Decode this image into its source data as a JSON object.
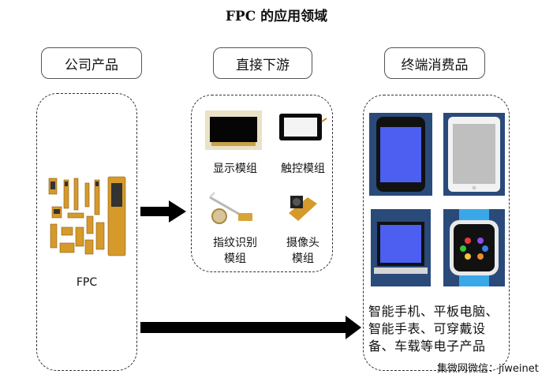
{
  "title": "FPC 的应用领域",
  "headers": {
    "company": "公司产品",
    "downstream": "直接下游",
    "consumer": "终端消费品"
  },
  "fpc_label": "FPC",
  "modules": {
    "display": "显示模组",
    "touch": "触控模组",
    "fingerprint_1": "指纹识别",
    "fingerprint_2": "模组",
    "camera_1": "摄像头",
    "camera_2": "模组"
  },
  "consumer_caption": {
    "line1": "智能手机、平板电脑、",
    "line2": "智能手表、可穿戴设",
    "line3": "备、车载等电子产品"
  },
  "watermark": "集微网微信：jiweinet",
  "colors": {
    "fpc_amber": "#d59a2a",
    "screen_blue": "#4c5ff0",
    "device_bg": "#2a4a7a",
    "watch_blue": "#3aa8e8"
  }
}
